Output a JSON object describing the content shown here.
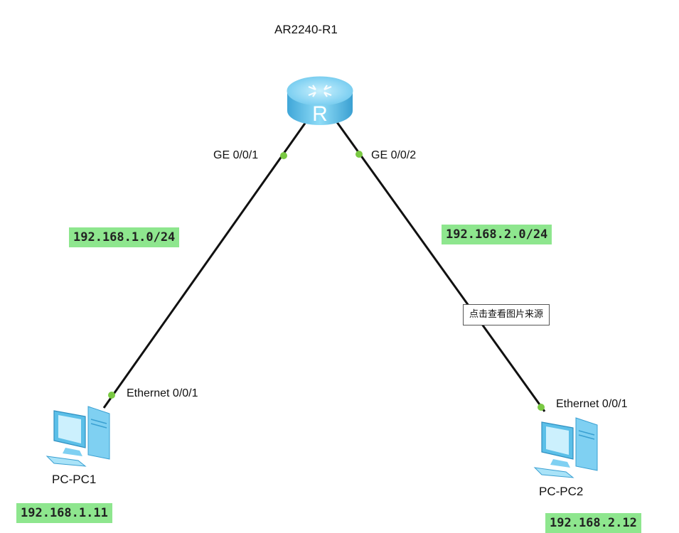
{
  "router": {
    "name": "AR2240-R1",
    "icon": "router-icon",
    "ports": [
      "GE 0/0/1",
      "GE 0/0/2"
    ]
  },
  "pc1": {
    "name": "PC-PC1",
    "icon": "pc-icon",
    "port": "Ethernet 0/0/1",
    "ip": "192.168.1.11"
  },
  "pc2": {
    "name": "PC-PC2",
    "icon": "pc-icon",
    "port": "Ethernet 0/0/1",
    "ip": "192.168.2.12"
  },
  "networks": [
    "192.168.1.0/24",
    "192.168.2.0/24"
  ],
  "tooltip": "点击查看图片来源",
  "colors": {
    "link": "#111111",
    "port_dot": "#7ac943",
    "label_bg": "#8ee68e",
    "device_blue": "#5bbfe8"
  }
}
